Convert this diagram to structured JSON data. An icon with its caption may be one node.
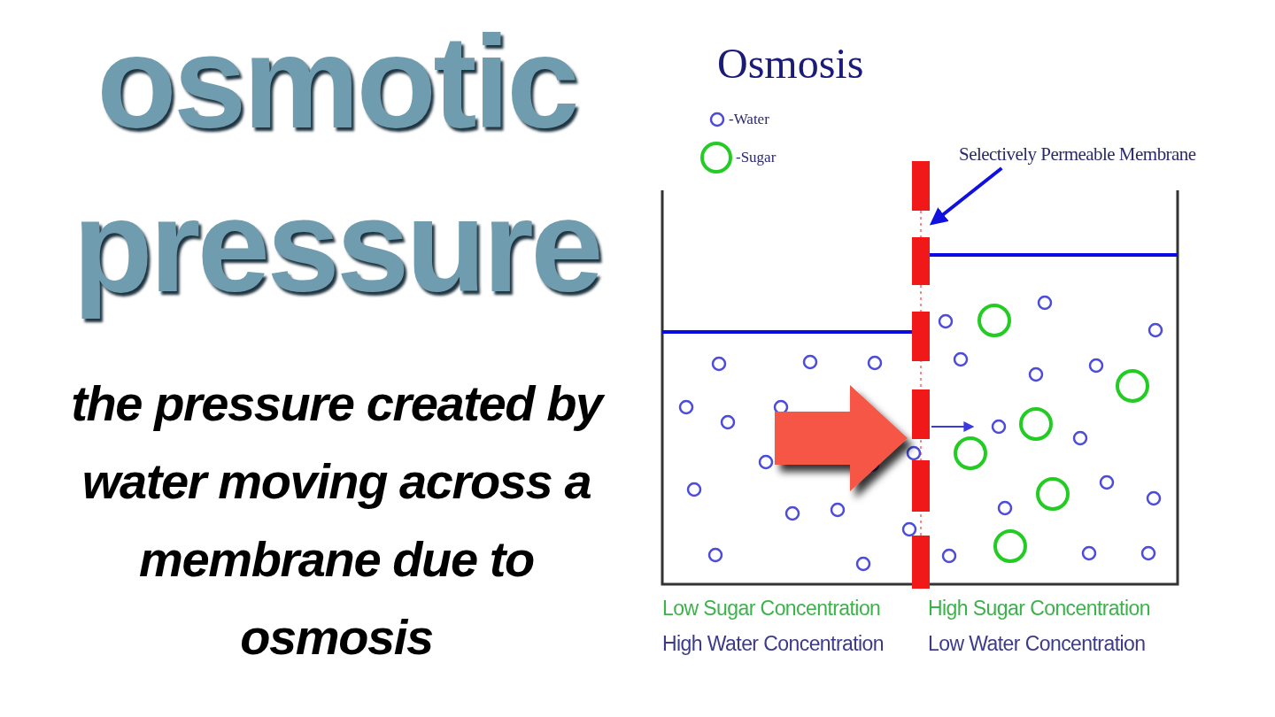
{
  "diagram": {
    "title": "osmotic pressure",
    "caption": "the pressure created by water moving across a membrane due to osmosis",
    "nodes": [
      {
        "text": [
          "Selectively Permeable Membrane"
        ]
      },
      {
        "text": [],
        "shape": "bar"
      }
    ],
    "edges": [
      {
        "from": 0,
        "to": 1,
        "arrow": "to"
      }
    ],
    "labels": [
      "Osmosis",
      "Low Sugar Concentration",
      "High Sugar Concentration",
      "High Water Concentration",
      "Low Water Concentration"
    ],
    "legend": [
      {
        "text": "-Water"
      },
      {
        "text": "-Sugar"
      }
    ]
  }
}
